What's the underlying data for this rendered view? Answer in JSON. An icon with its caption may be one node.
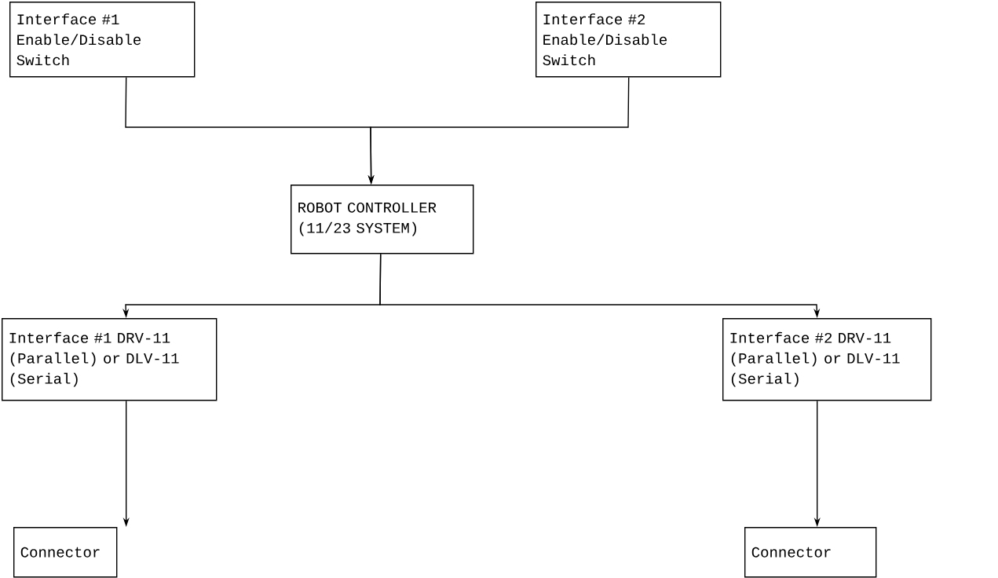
{
  "diagram": {
    "nodes": [
      {
        "text": [
          "Interface #1 Enable/Disable Switch"
        ]
      },
      {
        "text": [
          "Interface #2 Enable/Disable Switch"
        ]
      },
      {
        "text": [
          "ROBOT CONTROLLER (11/23 SYSTEM)"
        ]
      },
      {
        "text": [
          "Interface #1 DRV-11 (Parallel) or DLV-11 (Serial)"
        ]
      },
      {
        "text": [
          "Interface #2 DRV-11 (Parallel) or DLV-11 (Serial)"
        ]
      },
      {
        "text": [
          "Connector"
        ]
      },
      {
        "text": [
          "Connector"
        ]
      }
    ],
    "edges": [
      {
        "from": 0,
        "to": 2,
        "arrow": "to"
      },
      {
        "from": 1,
        "to": 2,
        "arrow": "to"
      },
      {
        "from": 2,
        "to": 3,
        "arrow": "to"
      },
      {
        "from": 2,
        "to": 4,
        "arrow": "to"
      },
      {
        "from": 3,
        "to": 5,
        "arrow": "to"
      },
      {
        "from": 4,
        "to": 6,
        "arrow": "to"
      }
    ]
  }
}
